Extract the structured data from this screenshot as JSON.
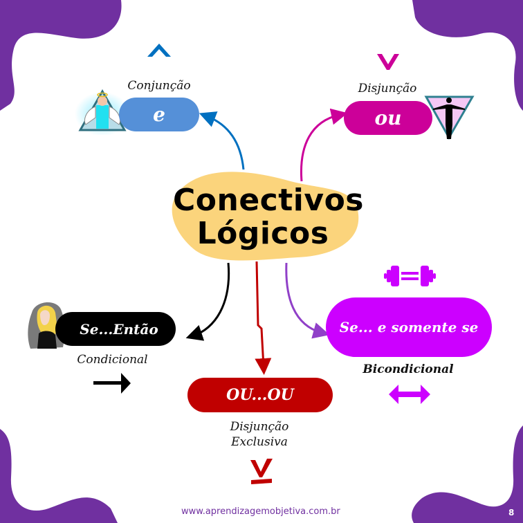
{
  "colors": {
    "corner": "#7030a0",
    "blob": "#fbd47c",
    "conjuncao": "#5590d8",
    "disjuncao": "#cc0099",
    "condicional": "#000000",
    "bicondicional": "#cc00ff",
    "exclusiva": "#c00000",
    "arrow_conj": "#0070c0",
    "arrow_disj": "#cc0099",
    "arrow_cond": "#000000",
    "arrow_bicond": "#9040c8",
    "arrow_excl": "#c00000"
  },
  "center": {
    "line1": "Conectivos",
    "line2": "Lógicos"
  },
  "nodes": {
    "conjuncao": {
      "symbol": "^",
      "name": "Conjunção",
      "connective": "e",
      "icon": "angel-icon"
    },
    "disjuncao": {
      "symbol": "v",
      "name": "Disjunção",
      "connective": "ou",
      "icon": "man-triangle-icon"
    },
    "condicional": {
      "symbol": "→",
      "name": "Condicional",
      "connective": "Se...Então",
      "icon": "woman-portrait-icon"
    },
    "bicondicional": {
      "symbol": "↔",
      "name": "Bicondicional",
      "connective": "Se... e somente se",
      "icon": "dumbbell-icon"
    },
    "exclusiva": {
      "symbol": "⊻",
      "name_line1": "Disjunção",
      "name_line2": "Exclusiva",
      "connective": "OU...OU"
    }
  },
  "footer": {
    "url": "www.aprendizagemobjetiva.com.br",
    "page": "8"
  }
}
